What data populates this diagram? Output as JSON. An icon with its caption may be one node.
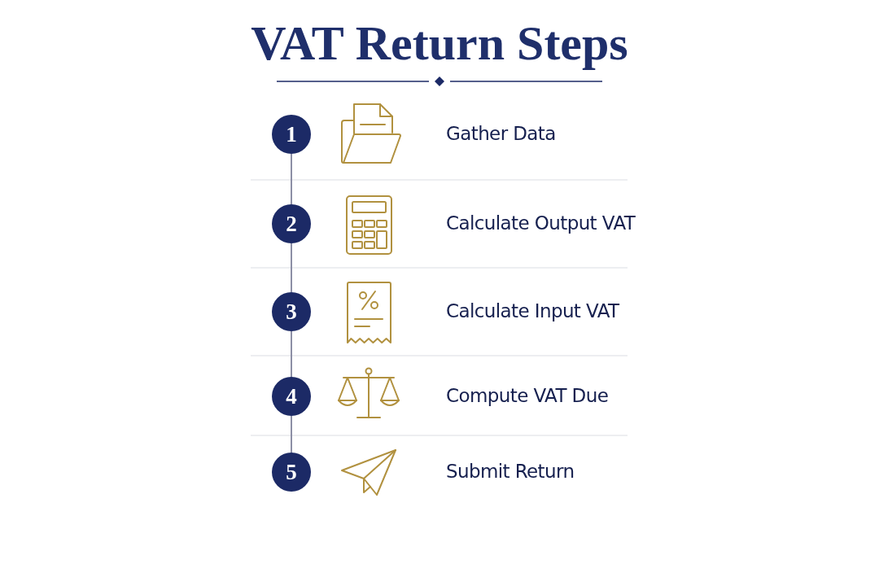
{
  "diagram": {
    "title": "VAT Return Steps",
    "nodes": [
      {
        "text": [
          "1"
        ]
      },
      {
        "text": [
          "2"
        ]
      },
      {
        "text": [
          "3"
        ]
      },
      {
        "text": [
          "4"
        ]
      },
      {
        "text": [
          "5"
        ]
      }
    ],
    "edges": [
      {
        "from": 0,
        "to": 1,
        "arrow": "none"
      },
      {
        "from": 1,
        "to": 2,
        "arrow": "none"
      },
      {
        "from": 2,
        "to": 3,
        "arrow": "none"
      },
      {
        "from": 3,
        "to": 4,
        "arrow": "none"
      }
    ],
    "labels": [
      "Gather Data",
      "Calculate Output VAT",
      "Calculate Input VAT",
      "Compute VAT Due",
      "Submit Return"
    ]
  }
}
